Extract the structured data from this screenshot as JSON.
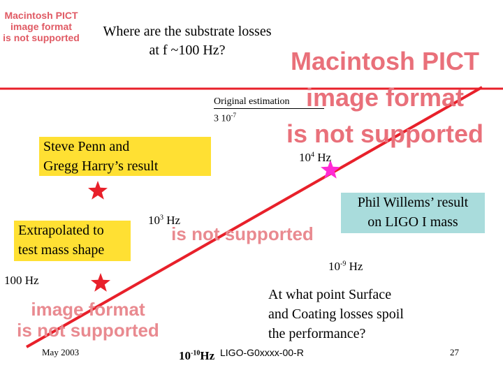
{
  "placeholder_top_left": [
    "Macintosh PICT",
    "image format",
    "is not supported"
  ],
  "placeholder_large": [
    "Macintosh PICT",
    "image format",
    "is not supported"
  ],
  "placeholder_faded_mid": [
    "is not supported"
  ],
  "placeholder_faded_lower": [
    "image format",
    "is not supported"
  ],
  "title": [
    "Where are the substrate losses",
    "at f ~100 Hz?"
  ],
  "original_estimation": {
    "label": "Original estimation",
    "value_base": "3 10",
    "value_exp": "-7"
  },
  "penn_harry": [
    "Steve Penn and",
    "Gregg Harry’s result"
  ],
  "extrapolated": [
    "Extrapolated to",
    "test mass shape"
  ],
  "willems": [
    "Phil Willems’ result",
    "on LIGO I mass"
  ],
  "labels": {
    "f1e4": {
      "base": "10",
      "exp": "4",
      "unit": " Hz"
    },
    "f1e3": {
      "base": "10",
      "exp": "3",
      "unit": " Hz"
    },
    "loss_1e9": {
      "base": "10",
      "exp": "-9",
      "unit": " Hz"
    },
    "f100": "100 Hz",
    "loss_1e10": {
      "base": "10",
      "exp": "-10",
      "unit": "Hz"
    }
  },
  "question": [
    "At what point Surface",
    "and Coating losses spoil",
    "the performance?"
  ],
  "footer": {
    "date": "May 2003",
    "doc": "LIGO-G0xxxx-00-R",
    "page": "27"
  },
  "colors": {
    "line": "#e8202a",
    "star_red": "#e8202a",
    "star_magenta": "#ff2ad4",
    "yellow": "#ffe033",
    "cyan": "#a9dcdc"
  },
  "icons": [
    "star-icon",
    "star-icon",
    "star-icon",
    "star-icon"
  ]
}
